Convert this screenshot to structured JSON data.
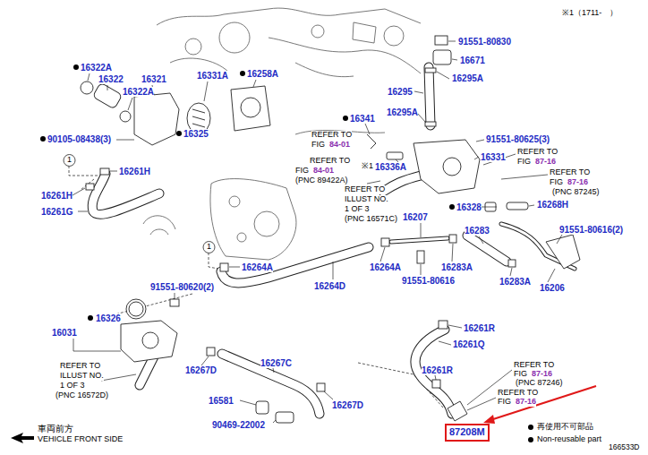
{
  "diagram": {
    "nodes": [
      {
        "text": [
          "87208M"
        ]
      }
    ],
    "labels": [
      "※1（1711-　）",
      "91551-80830",
      "16671",
      "16322A",
      "16322",
      "16321",
      "16331A",
      "16258A",
      "16322A",
      "16295",
      "16295A",
      "16295A",
      "16341",
      "90105-08438(3)",
      "16325",
      "REFER TO",
      "FIG",
      "84-01",
      "91551-80625(3)",
      "REFER TO",
      "FIG",
      "84-01",
      "(PNC 89422A)",
      "※1",
      "16336A",
      "16331",
      "REFER TO",
      "FIG",
      "87-16",
      "REFER TO",
      "FIG",
      "87-16",
      "(PNC 87245)",
      "1",
      "16261H",
      "REFER TO",
      "ILLUST NO.",
      "1 OF 3",
      "(PNC 16571C)",
      "16261H",
      "16207",
      "16328",
      "16268H",
      "16261G",
      "16283",
      "91551-80616(2)",
      "1",
      "16264A",
      "16264A",
      "16283A",
      "91551-80616",
      "16283A",
      "16264D",
      "91551-80620(2)",
      "16206",
      "16326",
      "16261R",
      "16031",
      "16261Q",
      "16267C",
      "REFER TO",
      "REFER TO",
      "16267D",
      "16261R",
      "FIG",
      "87-16",
      "ILLUST NO.",
      "(PNC 87246)",
      "1 OF 3",
      "REFER TO",
      "(PNC 16572D)",
      "16581",
      "FIG",
      "87-16",
      "16267D",
      "90469-22002",
      "車両前方",
      "VEHICLE FRONT SIDE",
      "166533D"
    ],
    "legend": [
      {
        "text": "再使用不可部品"
      },
      {
        "text": "Non-reusable part"
      }
    ]
  }
}
